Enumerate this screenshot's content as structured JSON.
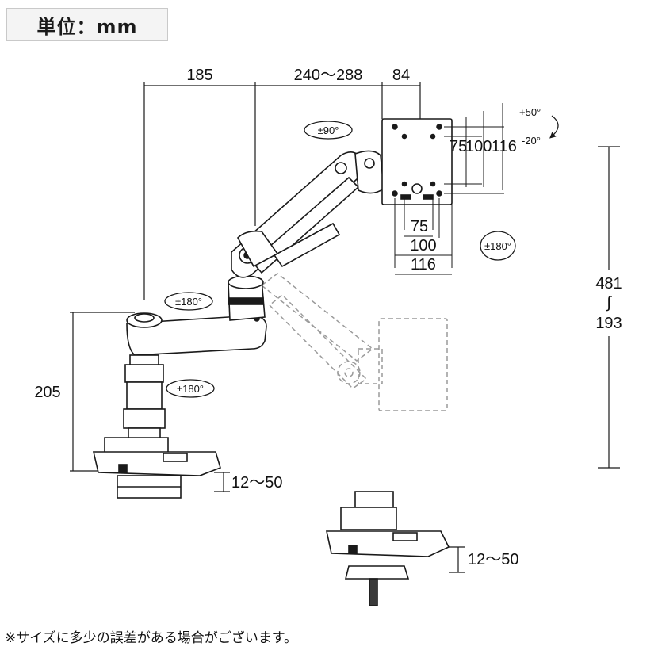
{
  "unit_label": "単位：mm",
  "dimensions": {
    "d185": "185",
    "d240": "240～288",
    "d84": "84",
    "vesa_75": "75",
    "vesa_100": "100",
    "vesa_116": "116",
    "height_top": "481",
    "height_sep": "∫",
    "height_bottom": "193",
    "d205": "205",
    "clamp1": "12～50",
    "clamp2": "12～50"
  },
  "rotations": {
    "r90": "±90°",
    "r180_plate": "±180°",
    "r180_upper": "±180°",
    "r180_lower": "±180°",
    "tilt_up": "+50°",
    "tilt_down": "-20°"
  },
  "note": "※サイズに多少の誤差がある場合がございます。",
  "colors": {
    "line": "#1a1a1a",
    "ghost": "#9a9a9a",
    "box_bg": "#f4f4f4"
  }
}
